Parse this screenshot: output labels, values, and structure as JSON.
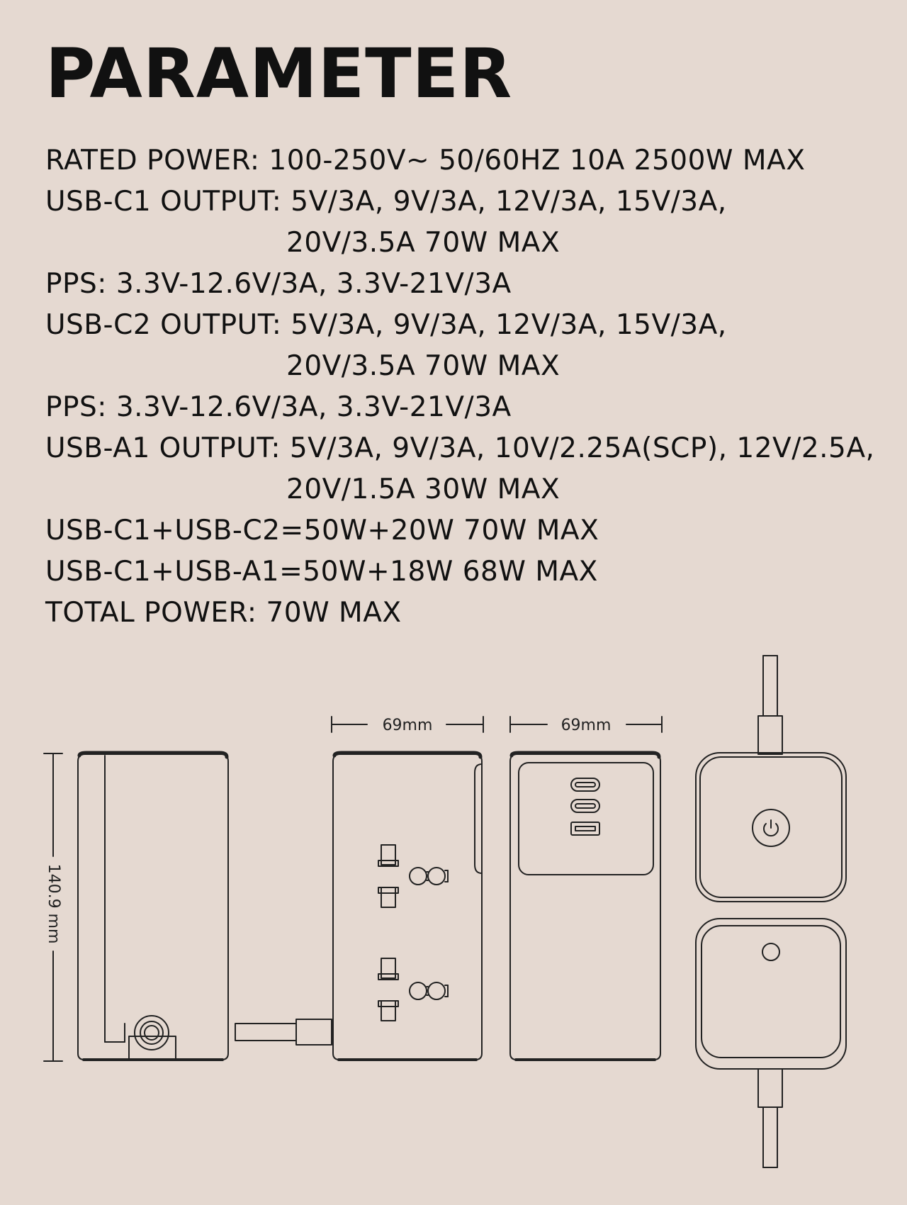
{
  "title": "PARAMETER",
  "specs": [
    "RATED POWER: 100-250V~ 50/60HZ 10A 2500W MAX",
    "USB-C1 OUTPUT: 5V/3A, 9V/3A, 12V/3A, 15V/3A,",
    "20V/3.5A 70W MAX",
    "PPS: 3.3V-12.6V/3A, 3.3V-21V/3A",
    "USB-C2 OUTPUT: 5V/3A, 9V/3A, 12V/3A, 15V/3A,",
    "20V/3.5A 70W MAX",
    "PPS: 3.3V-12.6V/3A, 3.3V-21V/3A",
    "USB-A1 OUTPUT: 5V/3A, 9V/3A, 10V/2.25A(SCP), 12V/2.5A,",
    "20V/1.5A 30W MAX",
    "USB-C1+USB-C2=50W+20W 70W MAX",
    "USB-C1+USB-A1=50W+18W 68W MAX",
    "TOTAL POWER: 70W MAX"
  ],
  "dimensions": {
    "width_front": "69mm",
    "width_ports": "69mm",
    "height": "140.9 mm"
  },
  "colors": {
    "background": "#e5d9d1",
    "line": "#222222"
  },
  "icons": [
    "power-icon",
    "usb-c-port-icon",
    "usb-a-port-icon",
    "universal-socket-icon"
  ]
}
